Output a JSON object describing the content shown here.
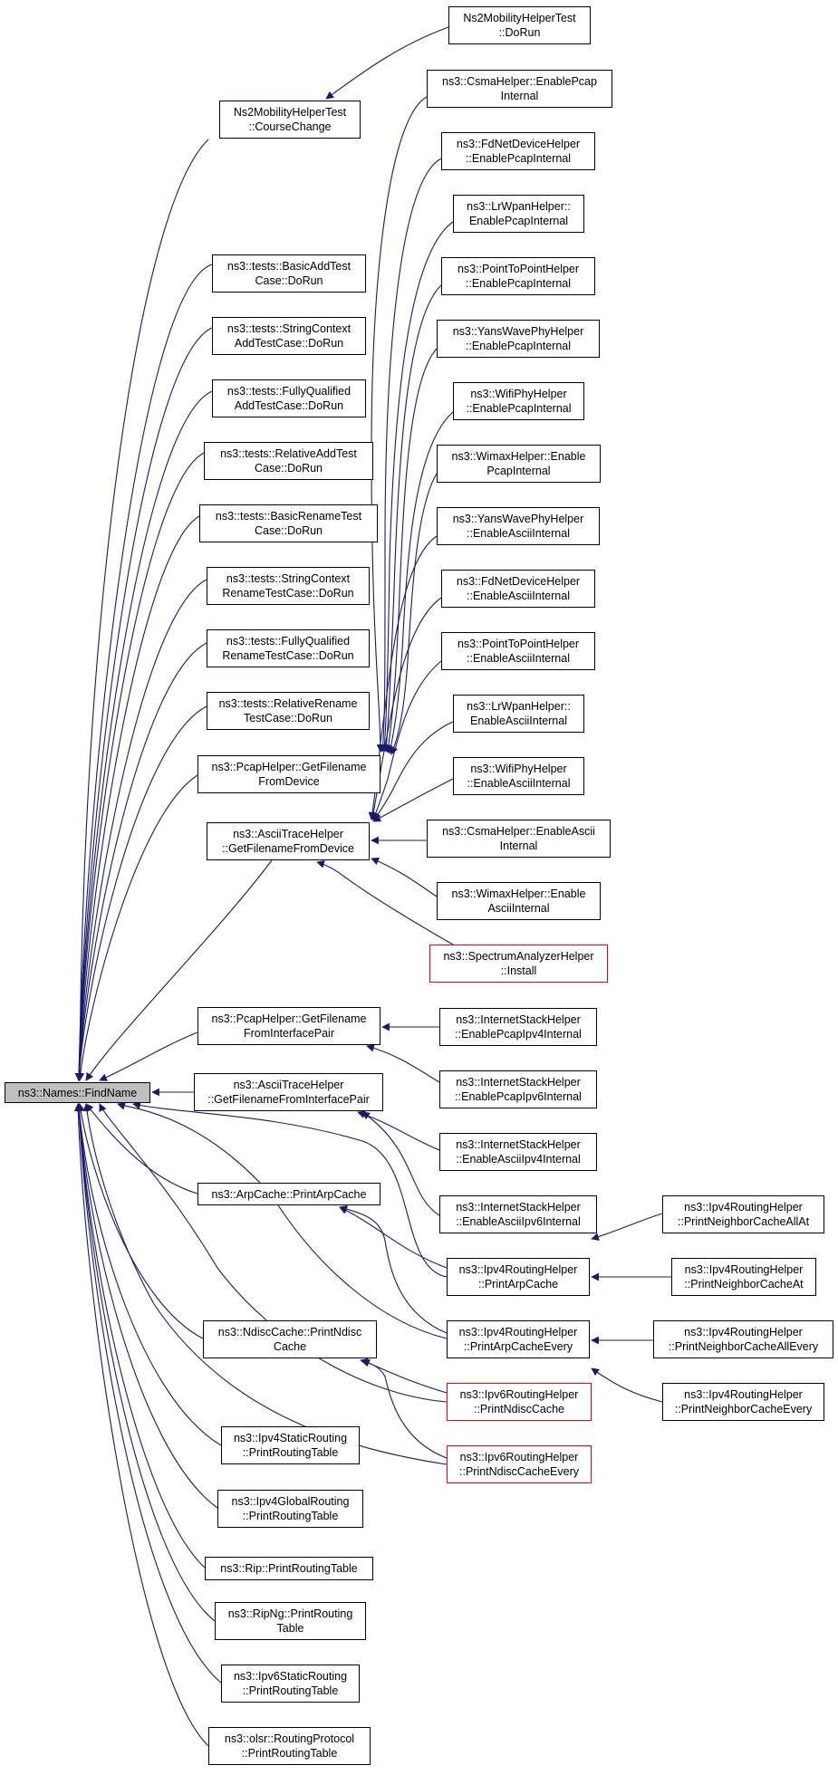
{
  "colors": {
    "edge": "#191970",
    "node_border": "#000000",
    "node_truncated_border": "#ff0000",
    "root_fill": "#bfbfbf"
  },
  "nodes": {
    "findname": "ns3::Names::FindName",
    "ns2mob_dorun": "Ns2MobilityHelperTest\n::DoRun",
    "ns2mob_course": "Ns2MobilityHelperTest\n::CourseChange",
    "csma_pcap": "ns3::CsmaHelper::EnablePcap\nInternal",
    "fd_pcap": "ns3::FdNetDeviceHelper\n::EnablePcapInternal",
    "lrwpan_pcap": "ns3::LrWpanHelper::\nEnablePcapInternal",
    "p2p_pcap": "ns3::PointToPointHelper\n::EnablePcapInternal",
    "yans_pcap": "ns3::YansWavePhyHelper\n::EnablePcapInternal",
    "wifi_pcap": "ns3::WifiPhyHelper\n::EnablePcapInternal",
    "wimax_pcap": "ns3::WimaxHelper::Enable\nPcapInternal",
    "yans_ascii": "ns3::YansWavePhyHelper\n::EnableAsciiInternal",
    "fd_ascii": "ns3::FdNetDeviceHelper\n::EnableAsciiInternal",
    "p2p_ascii": "ns3::PointToPointHelper\n::EnableAsciiInternal",
    "lrwpan_ascii": "ns3::LrWpanHelper::\nEnableAsciiInternal",
    "wifi_ascii": "ns3::WifiPhyHelper\n::EnableAsciiInternal",
    "csma_ascii": "ns3::CsmaHelper::EnableAscii\nInternal",
    "wimax_ascii": "ns3::WimaxHelper::Enable\nAsciiInternal",
    "spectrum_install": "ns3::SpectrumAnalyzerHelper\n::Install",
    "basic_add": "ns3::tests::BasicAddTest\nCase::DoRun",
    "string_add": "ns3::tests::StringContext\nAddTestCase::DoRun",
    "fully_add": "ns3::tests::FullyQualified\nAddTestCase::DoRun",
    "relative_add": "ns3::tests::RelativeAddTest\nCase::DoRun",
    "basic_rename": "ns3::tests::BasicRenameTest\nCase::DoRun",
    "string_rename": "ns3::tests::StringContext\nRenameTestCase::DoRun",
    "fully_rename": "ns3::tests::FullyQualified\nRenameTestCase::DoRun",
    "relative_rename": "ns3::tests::RelativeRename\nTestCase::DoRun",
    "pcap_from_device": "ns3::PcapHelper::GetFilename\nFromDevice",
    "ascii_from_device": "ns3::AsciiTraceHelper\n::GetFilenameFromDevice",
    "pcap_from_pair": "ns3::PcapHelper::GetFilename\nFromInterfacePair",
    "ascii_from_pair": "ns3::AsciiTraceHelper\n::GetFilenameFromInterfacePair",
    "inet_pcap4": "ns3::InternetStackHelper\n::EnablePcapIpv4Internal",
    "inet_pcap6": "ns3::InternetStackHelper\n::EnablePcapIpv6Internal",
    "inet_ascii4": "ns3::InternetStackHelper\n::EnableAsciiIpv4Internal",
    "inet_ascii6": "ns3::InternetStackHelper\n::EnableAsciiIpv6Internal",
    "arp_print": "ns3::ArpCache::PrintArpCache",
    "ipv4rh_arp": "ns3::Ipv4RoutingHelper\n::PrintArpCache",
    "ipv4rh_arp_every": "ns3::Ipv4RoutingHelper\n::PrintArpCacheEvery",
    "ipv4rh_nc_allat": "ns3::Ipv4RoutingHelper\n::PrintNeighborCacheAllAt",
    "ipv4rh_nc_at": "ns3::Ipv4RoutingHelper\n::PrintNeighborCacheAt",
    "ipv4rh_nc_allevery": "ns3::Ipv4RoutingHelper\n::PrintNeighborCacheAllEvery",
    "ipv4rh_nc_every": "ns3::Ipv4RoutingHelper\n::PrintNeighborCacheEvery",
    "ndisc_print": "ns3::NdiscCache::PrintNdisc\nCache",
    "ipv6rh_ndisc": "ns3::Ipv6RoutingHelper\n::PrintNdiscCache",
    "ipv6rh_ndisc_every": "ns3::Ipv6RoutingHelper\n::PrintNdiscCacheEvery",
    "ipv4static": "ns3::Ipv4StaticRouting\n::PrintRoutingTable",
    "ipv4global": "ns3::Ipv4GlobalRouting\n::PrintRoutingTable",
    "rip": "ns3::Rip::PrintRoutingTable",
    "ripng": "ns3::RipNg::PrintRouting\nTable",
    "ipv6static": "ns3::Ipv6StaticRouting\n::PrintRoutingTable",
    "olsr": "ns3::olsr::RoutingProtocol\n::PrintRoutingTable"
  }
}
